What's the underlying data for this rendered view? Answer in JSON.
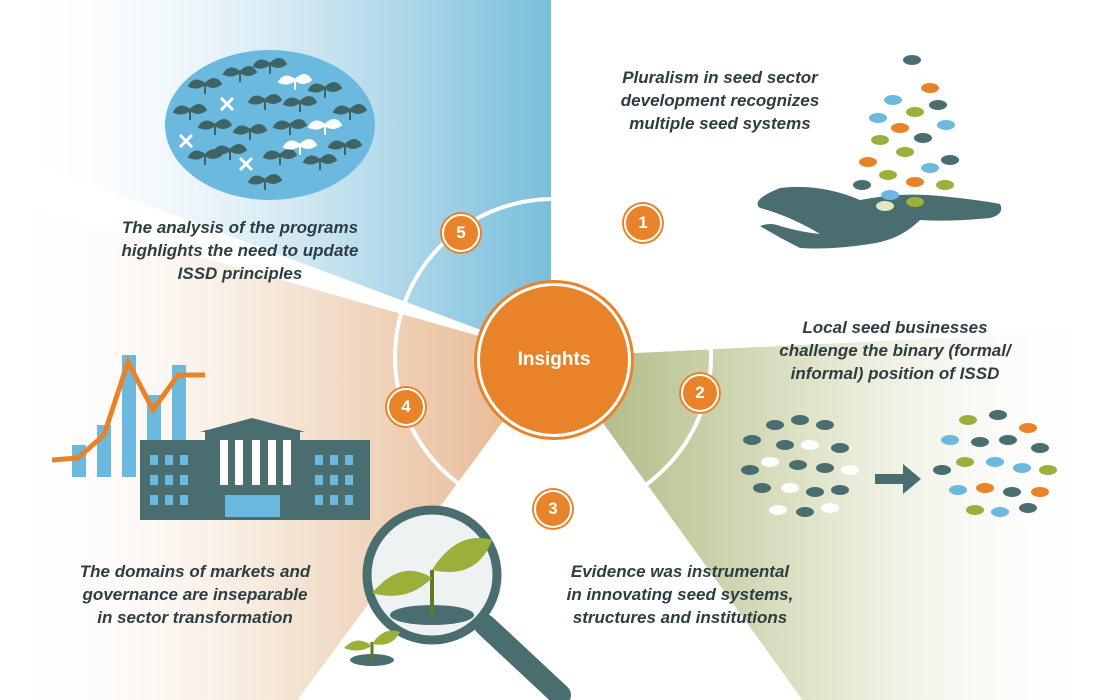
{
  "center": {
    "label": "Insights"
  },
  "insights": [
    {
      "num": "1",
      "lines": [
        "Pluralism in seed sector",
        "development recognizes",
        "multiple seed systems"
      ]
    },
    {
      "num": "2",
      "lines": [
        "Local seed businesses",
        "challenge the binary (formal/",
        "informal) position of ISSD"
      ]
    },
    {
      "num": "3",
      "lines": [
        "Evidence was instrumental",
        "in innovating seed systems,",
        "structures and institutions"
      ]
    },
    {
      "num": "4",
      "lines": [
        "The domains of markets and",
        "governance are inseparable",
        "in sector transformation"
      ]
    },
    {
      "num": "5",
      "lines": [
        "The analysis of the programs",
        "highlights the need to update",
        "ISSD principles"
      ]
    }
  ],
  "colors": {
    "accent": "#e8832a",
    "teal": "#4a6d70",
    "blue": "#7ec3e0",
    "green": "#9bb03a",
    "peach": "#efc6a4",
    "olive": "#b8bf8c"
  }
}
